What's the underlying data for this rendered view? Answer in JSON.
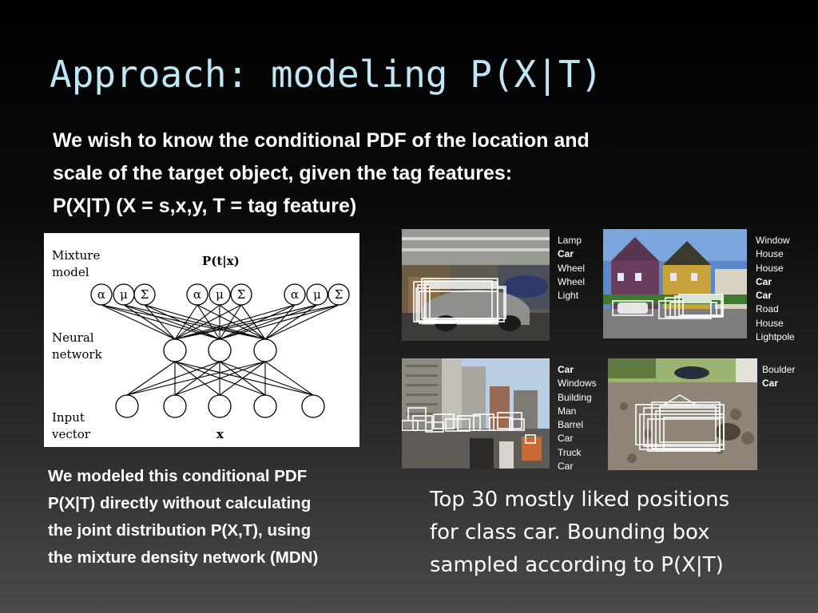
{
  "slide": {
    "title": "Approach: modeling P(X|T)",
    "intro": [
      "We wish to know the conditional PDF of the location and",
      "scale of the target object, given the tag features:",
      "P(X|T) (X = s,x,y, T = tag feature)"
    ],
    "mdn_diagram": {
      "top_label": "P(t|x)",
      "row_labels": {
        "mixture": [
          "Mixture",
          "model"
        ],
        "neural": [
          "Neural",
          "network"
        ],
        "input": [
          "Input",
          "vector"
        ]
      },
      "input_label": "x",
      "mixture_symbols": [
        "α",
        "μ",
        "Σ",
        "α",
        "μ",
        "Σ",
        "α",
        "μ",
        "Σ"
      ]
    },
    "modeled_text": [
      "We modeled this conditional PDF",
      "P(X|T) directly without calculating",
      "the joint distribution P(X,T), using",
      "the mixture density network (MDN)"
    ],
    "examples": [
      {
        "tags": [
          {
            "text": "Lamp",
            "bold": false
          },
          {
            "text": "Car",
            "bold": true
          },
          {
            "text": "Wheel",
            "bold": false
          },
          {
            "text": "Wheel",
            "bold": false
          },
          {
            "text": "Light",
            "bold": false
          }
        ]
      },
      {
        "tags": [
          {
            "text": "Window",
            "bold": false
          },
          {
            "text": "House",
            "bold": false
          },
          {
            "text": "House",
            "bold": false
          },
          {
            "text": "Car",
            "bold": true
          },
          {
            "text": "Car",
            "bold": true
          },
          {
            "text": "Road",
            "bold": false
          },
          {
            "text": "House",
            "bold": false
          },
          {
            "text": "Lightpole",
            "bold": false
          }
        ]
      },
      {
        "tags": [
          {
            "text": "Car",
            "bold": true
          },
          {
            "text": "Windows",
            "bold": false
          },
          {
            "text": "Building",
            "bold": false
          },
          {
            "text": "Man",
            "bold": false
          },
          {
            "text": "Barrel",
            "bold": false
          },
          {
            "text": "Car",
            "bold": false
          },
          {
            "text": "Truck",
            "bold": false
          },
          {
            "text": "Car",
            "bold": false
          }
        ]
      },
      {
        "tags": [
          {
            "text": "Boulder",
            "bold": false
          },
          {
            "text": "Car",
            "bold": true
          }
        ]
      }
    ],
    "caption": [
      "Top 30 mostly liked positions",
      "for class car. Bounding box",
      "sampled according to P(X|T)"
    ],
    "colors": {
      "title": "#bfe6f5",
      "text": "#ffffff",
      "background_top": "#000000",
      "background_bottom": "#4a4a4a"
    }
  }
}
